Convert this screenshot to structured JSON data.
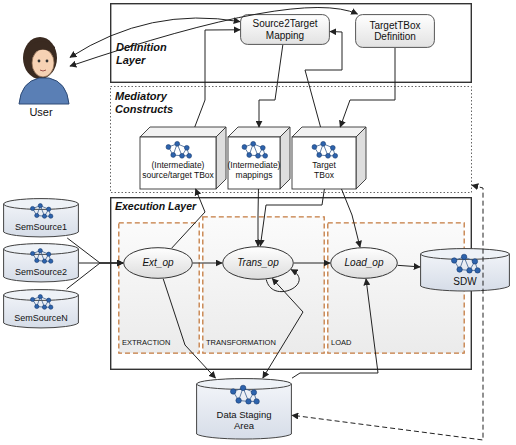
{
  "diagram": {
    "nodes": [
      {
        "text": [
          "User"
        ]
      },
      {
        "text": [
          "Definition Layer"
        ]
      },
      {
        "text": [
          "Source2Target Mapping"
        ],
        "in": 1
      },
      {
        "text": [
          "TargetTBox Definition"
        ],
        "in": 1
      },
      {
        "text": [
          "Mediatory Constructs"
        ]
      },
      {
        "text": [
          "(Intermediate) source/target TBox"
        ],
        "in": 4
      },
      {
        "text": [
          "(Intermediate) mappings"
        ],
        "in": 4
      },
      {
        "text": [
          "Target TBox"
        ],
        "in": 4
      },
      {
        "text": [
          "SemSource1"
        ]
      },
      {
        "text": [
          "SemSource2"
        ]
      },
      {
        "text": [
          "SemSourceN"
        ]
      },
      {
        "text": [
          "Execution Layer"
        ]
      },
      {
        "text": [
          "EXTRACTION"
        ],
        "in": 11
      },
      {
        "text": [
          "Ext_op"
        ],
        "in": 12
      },
      {
        "text": [
          "TRANSFORMATION"
        ],
        "in": 11
      },
      {
        "text": [
          "Trans_op"
        ],
        "in": 14
      },
      {
        "text": [
          "LOAD"
        ],
        "in": 11
      },
      {
        "text": [
          "Load_op"
        ],
        "in": 16
      },
      {
        "text": [
          "SDW"
        ]
      },
      {
        "text": [
          "Data Staging Area"
        ]
      }
    ],
    "edges": [
      {
        "from": 0,
        "to": 2,
        "arrow": "both"
      },
      {
        "from": 0,
        "to": 3,
        "arrow": "both"
      },
      {
        "from": 5,
        "to": 2,
        "arrow": "to"
      },
      {
        "from": 2,
        "to": 6,
        "arrow": "to"
      },
      {
        "from": 3,
        "to": 7,
        "arrow": "to"
      },
      {
        "from": 7,
        "to": 2,
        "arrow": "to"
      },
      {
        "from": 6,
        "to": 15,
        "arrow": "to"
      },
      {
        "from": 7,
        "to": 15,
        "arrow": "to"
      },
      {
        "from": 7,
        "to": 17,
        "arrow": "to"
      },
      {
        "from": 13,
        "to": 5,
        "arrow": "to"
      },
      {
        "from": 8,
        "to": 13,
        "arrow": "to"
      },
      {
        "from": 9,
        "to": 13,
        "arrow": "to"
      },
      {
        "from": 10,
        "to": 13,
        "arrow": "to"
      },
      {
        "from": 13,
        "to": 15,
        "arrow": "to"
      },
      {
        "from": 15,
        "to": 15,
        "arrow": "to"
      },
      {
        "from": 15,
        "to": 17,
        "arrow": "to"
      },
      {
        "from": 17,
        "to": 18,
        "arrow": "to"
      },
      {
        "from": 13,
        "to": 19,
        "arrow": "to"
      },
      {
        "from": 15,
        "to": 19,
        "arrow": "both"
      },
      {
        "from": 19,
        "to": 17,
        "arrow": "to"
      },
      {
        "from": 4,
        "to": 19,
        "arrow": "both"
      }
    ]
  }
}
